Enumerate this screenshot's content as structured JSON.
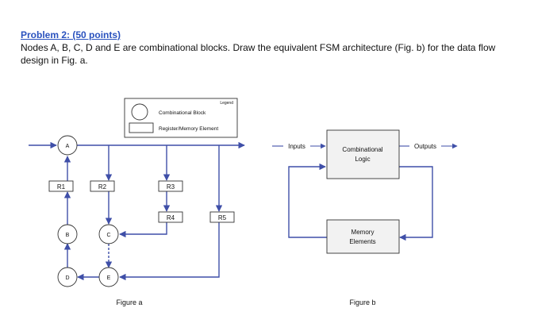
{
  "problem": {
    "title": "Problem 2: (50 points)",
    "text": "Nodes A, B, C, D and E are combinational blocks. Draw the equivalent FSM architecture (Fig. b) for the data flow design in Fig. a."
  },
  "figure_a": {
    "legend": {
      "title": "Legend",
      "combinational_label": "Combinational Block",
      "register_label": "Register/Memory Element"
    },
    "nodes": {
      "a": "A",
      "b": "B",
      "c": "C",
      "d": "D",
      "e": "E"
    },
    "registers": {
      "r1": "R1",
      "r2": "R2",
      "r3": "R3",
      "r4": "R4",
      "r5": "R5"
    },
    "caption": "Figure a"
  },
  "figure_b": {
    "inputs_label": "Inputs",
    "outputs_label": "Outputs",
    "logic_label_line1": "Combinational",
    "logic_label_line2": "Logic",
    "memory_label_line1": "Memory",
    "memory_label_line2": "Elements",
    "caption": "Figure b"
  },
  "colors": {
    "title": "#2a52be",
    "wire": "#3f4fa8"
  }
}
